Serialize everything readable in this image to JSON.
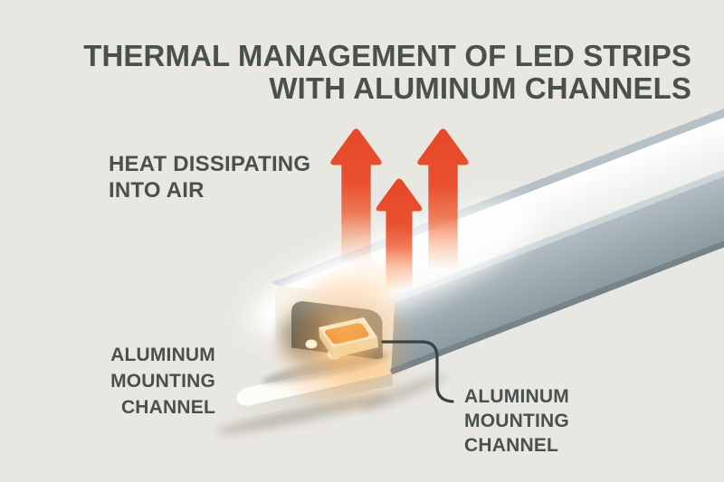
{
  "title": {
    "line1": "THERMAL MANAGEMENT OF LED STRIPS",
    "line2": "WITH ALUMINUM CHANNELS"
  },
  "annotations": {
    "heat_dissipating": {
      "line1": "HEAT DISSIPATING",
      "line2": "INTO AIR"
    },
    "channel_label_left": {
      "line1": "ALUMINUM",
      "line2": "MOUNTING",
      "line3": "CHANNEL"
    },
    "channel_label_right": {
      "line1": "ALUMINUM",
      "line2": "MOUNTING",
      "line3": "CHANNEL"
    }
  },
  "illustration": {
    "heat_arrows": {
      "icon": "up-arrow-icon",
      "count": 3
    },
    "parts": [
      "aluminum-channel",
      "led-chip",
      "mounting-strip",
      "cross-section",
      "callout-line"
    ]
  },
  "colors": {
    "background": "#e9e7e1",
    "text": "#49514f",
    "arrow_red": "#e84a2d",
    "channel_top_face": "#f6f7f4",
    "channel_front_face": "#96a4aa",
    "channel_back_edge": "#b5c1c7",
    "channel_front_edge": "#ccd6d9",
    "channel_bottom_edge": "#75838a",
    "cut_face": "#f4f1e7",
    "cavity_shadow": "#5d6460",
    "led_glow": "#ffb357",
    "led_body": "#f8e9c6",
    "led_pad": "#f09a42",
    "strip": "#fafaf5",
    "strip_edge": "#d6d5cb",
    "callout_line": "#3c4240"
  }
}
